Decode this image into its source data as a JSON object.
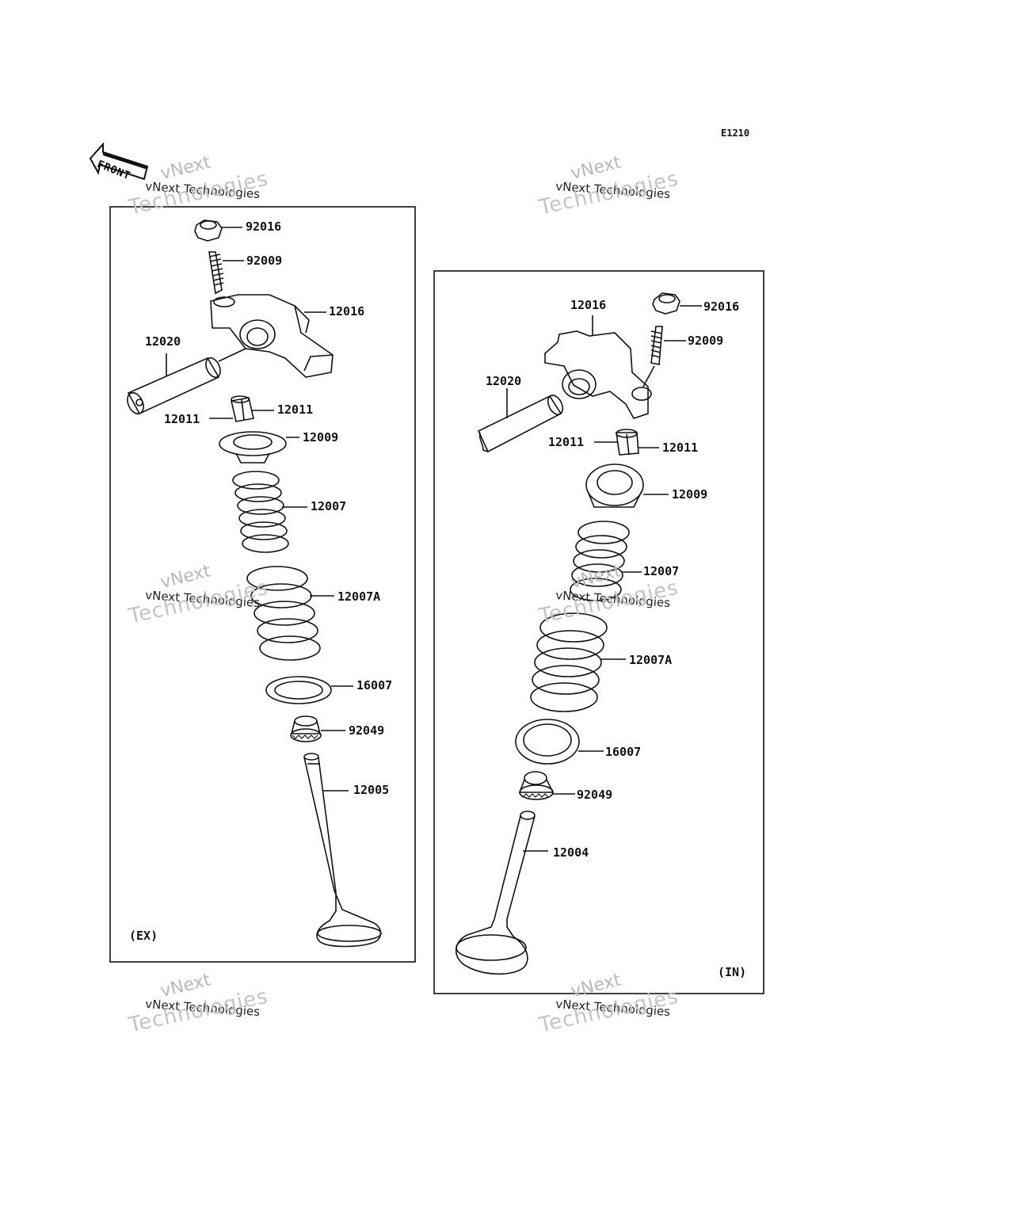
{
  "diagram_code": "E1210",
  "front_label": "FRONT",
  "watermark": {
    "line1": "vNext",
    "line2": "vNext Technologies",
    "line3": "Technologies"
  },
  "panels": {
    "ex": {
      "tag": "(EX)",
      "labels": {
        "nut": "92016",
        "screw": "92009",
        "rocker_arm": "12016",
        "shaft": "12020",
        "cotter_left": "12011",
        "cotter_right": "12011",
        "retainer": "12009",
        "inner_spring": "12007",
        "outer_spring": "12007A",
        "seat": "16007",
        "seal": "92049",
        "valve": "12005"
      }
    },
    "in": {
      "tag": "(IN)",
      "labels": {
        "rocker_arm": "12016",
        "nut": "92016",
        "screw": "92009",
        "shaft": "12020",
        "cotter_left": "12011",
        "cotter_right": "12011",
        "retainer": "12009",
        "inner_spring": "12007",
        "outer_spring": "12007A",
        "seat": "16007",
        "seal": "92049",
        "valve": "12004"
      }
    }
  }
}
